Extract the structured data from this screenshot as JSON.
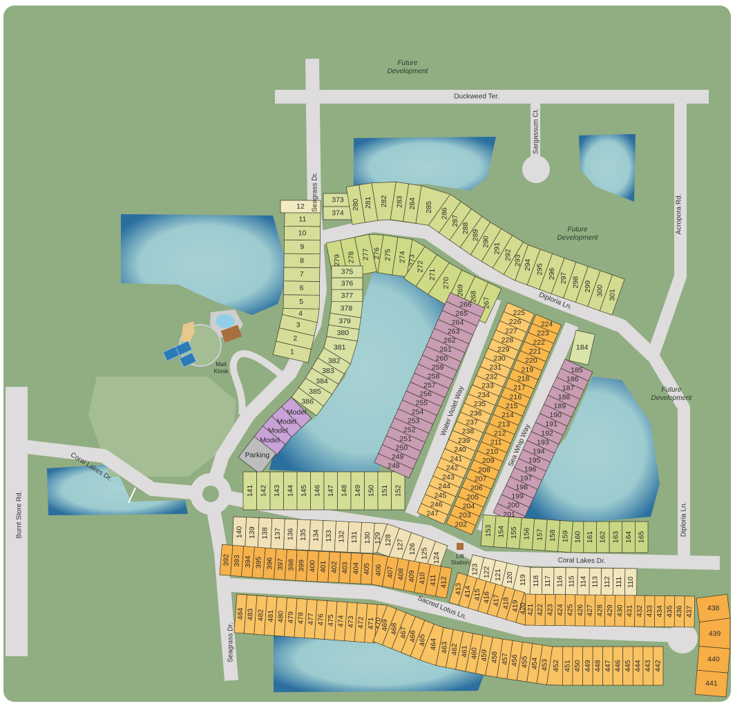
{
  "colors": {
    "ground": "#91ad82",
    "road": "#dedcdc",
    "lake_light": "#a8d2d4",
    "lake_dark": "#2b6f9f",
    "amenity": "#a4bd94"
  },
  "labels": {
    "future_development": [
      "Future",
      "Development"
    ],
    "mail_kiosk": [
      "Mail",
      "Kiosk"
    ],
    "lift_station": [
      "Lift",
      "Station"
    ]
  },
  "streets": {
    "duckweed": "Duckweed Ter.",
    "seagrass_north": "Seagrass Dr.",
    "seagrass_south": "Seagrass Dr.",
    "sargassum": "Sargassum Ct.",
    "acropora": "Acropora Rd.",
    "diploria_north": "Diploria Ln.",
    "diploria_east": "Diploria Ln.",
    "water_violet": "Water Violet Way",
    "sea_whip": "Sea Whip Way",
    "coral_lakes_west": "Coral Lakes Dr.",
    "coral_lakes_east": "Coral Lakes Dr.",
    "burnt_store": "Burnt Store Rd.",
    "sacred_lotus": "Sacred Lotus Ln."
  },
  "lot_rows": [
    {
      "id": "A",
      "color": "#d5dd98",
      "lots": [
        1,
        2,
        3,
        4,
        5,
        6,
        7,
        8,
        9,
        10,
        11
      ]
    },
    {
      "id": "A12",
      "color": "#f3e9c2",
      "lots": [
        12
      ]
    },
    {
      "id": "B",
      "color": "#d7df9e",
      "lots": [
        373,
        374
      ]
    },
    {
      "id": "C",
      "color": "#d3dc90",
      "lots": [
        280,
        281,
        282,
        283,
        284,
        285,
        286,
        287,
        288,
        289,
        290,
        291,
        292,
        293,
        294,
        295,
        296,
        297,
        298,
        299,
        300,
        301
      ]
    },
    {
      "id": "D",
      "color": "#cfda86",
      "lots": [
        279,
        278,
        277,
        276,
        275,
        274,
        273,
        272,
        271,
        270,
        269,
        268,
        267
      ]
    },
    {
      "id": "E",
      "color": "#d8e0a2",
      "lots": [
        375,
        376,
        377,
        378,
        379,
        380,
        381,
        382,
        383,
        384,
        385,
        386
      ]
    },
    {
      "id": "F",
      "color": "#c9a2d8",
      "lots": [
        "Model",
        "Model",
        "Model",
        "Model"
      ]
    },
    {
      "id": "PK",
      "color": "#bdbdbd",
      "lots": [
        "Parking"
      ]
    },
    {
      "id": "G",
      "color": "#d5de96",
      "lots": [
        141,
        142,
        143,
        144,
        145,
        146,
        147,
        148,
        149,
        150,
        151,
        152
      ]
    },
    {
      "id": "H",
      "color": "#c99db4",
      "lots": [
        266,
        265,
        264,
        263,
        262,
        261,
        260,
        259,
        258,
        257,
        256,
        255,
        254,
        253,
        252,
        251,
        250,
        249,
        248
      ]
    },
    {
      "id": "I",
      "color": "#fbca6e",
      "lots": [
        225,
        226,
        227,
        228,
        229,
        230,
        231,
        232,
        233,
        234,
        235,
        236,
        237,
        238,
        239,
        240,
        241,
        242,
        243,
        244,
        245,
        246,
        247
      ]
    },
    {
      "id": "J",
      "color": "#f9b84c",
      "lots": [
        224,
        223,
        222,
        221,
        220,
        219,
        218,
        217,
        216,
        215,
        214,
        213,
        212,
        211,
        210,
        209,
        208,
        207,
        206,
        205,
        204,
        203,
        202
      ]
    },
    {
      "id": "K",
      "color": "#dbe4a8",
      "lots": [
        184
      ]
    },
    {
      "id": "L",
      "color": "#c99db4",
      "lots": [
        185,
        186,
        187,
        188,
        189,
        190,
        191,
        192,
        193,
        194,
        195,
        196,
        197,
        198,
        199,
        200,
        201
      ]
    },
    {
      "id": "M",
      "color": "#c9d784",
      "lots": [
        153,
        154,
        155,
        156,
        157,
        158,
        159,
        160,
        161,
        162,
        163,
        164,
        165
      ]
    },
    {
      "id": "N",
      "color": "#f0e2b6",
      "lots": [
        140,
        139,
        138,
        137,
        136,
        135,
        134,
        133,
        132,
        131,
        130,
        129,
        128,
        127,
        126,
        125,
        124
      ]
    },
    {
      "id": "O",
      "color": "#f2e6bc",
      "lots": [
        123,
        122,
        121,
        120,
        119,
        118,
        117,
        116,
        115,
        114,
        113,
        112,
        111,
        110
      ]
    },
    {
      "id": "P",
      "color": "#f7b24c",
      "lots": [
        392,
        393,
        394,
        395,
        396,
        397,
        398,
        399,
        400,
        401,
        402,
        403,
        404,
        405,
        406,
        407,
        408,
        409,
        410,
        411,
        412
      ]
    },
    {
      "id": "Q",
      "color": "#f9bf5e",
      "lots": [
        413,
        414,
        415,
        416,
        417,
        418,
        419,
        420,
        421,
        422,
        423,
        424,
        425,
        426,
        427,
        428,
        429,
        430,
        431,
        432,
        433,
        434,
        435,
        436,
        437
      ]
    },
    {
      "id": "R",
      "color": "#f9c262",
      "lots": [
        484,
        483,
        482,
        481,
        480,
        479,
        478,
        477,
        476,
        475,
        474,
        473,
        472,
        471,
        470,
        469,
        468,
        467,
        466,
        465,
        464,
        463,
        462,
        461,
        460,
        459,
        458,
        457,
        456,
        455,
        454,
        453,
        452,
        451,
        450,
        449,
        448,
        447,
        446,
        445,
        444,
        443,
        442
      ]
    },
    {
      "id": "S",
      "color": "#f7ae46",
      "lots": [
        438,
        439,
        440,
        441
      ]
    }
  ]
}
